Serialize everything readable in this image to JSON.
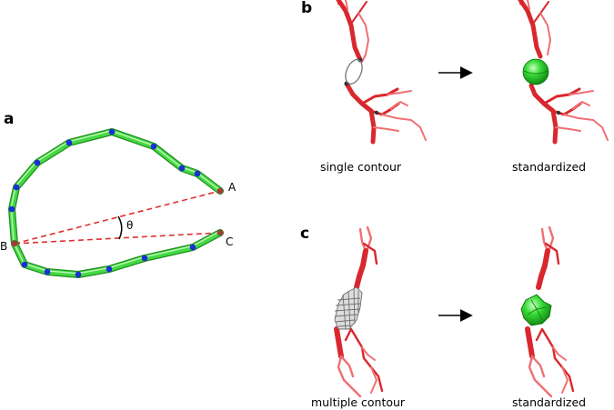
{
  "panels": {
    "a": {
      "label": "a",
      "point_labels": {
        "A": "A",
        "B": "B",
        "C": "C"
      },
      "angle_label": "θ"
    },
    "b": {
      "label": "b",
      "left_caption": "single contour",
      "right_caption": "standardized"
    },
    "c": {
      "label": "c",
      "left_caption": "multiple contour",
      "right_caption": "standardized"
    }
  },
  "colors": {
    "vessel_red": "#d8282e",
    "green_tube": "#3fd43f",
    "green_edge": "#1f8f1f",
    "node_blue": "#1b2fd6",
    "dashed_red": "#e03030",
    "contour_gray": "#777777"
  }
}
